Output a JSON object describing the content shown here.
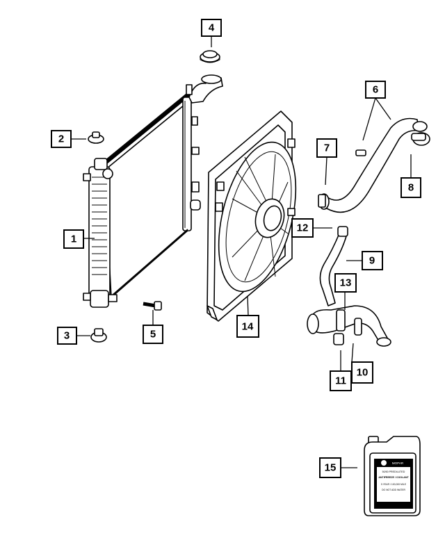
{
  "callouts": [
    {
      "id": "1",
      "label": "1"
    },
    {
      "id": "2",
      "label": "2"
    },
    {
      "id": "3",
      "label": "3"
    },
    {
      "id": "4",
      "label": "4"
    },
    {
      "id": "5",
      "label": "5"
    },
    {
      "id": "6",
      "label": "6"
    },
    {
      "id": "7",
      "label": "7"
    },
    {
      "id": "8",
      "label": "8"
    },
    {
      "id": "9",
      "label": "9"
    },
    {
      "id": "10",
      "label": "10"
    },
    {
      "id": "11",
      "label": "11"
    },
    {
      "id": "12",
      "label": "12"
    },
    {
      "id": "13",
      "label": "13"
    },
    {
      "id": "14",
      "label": "14"
    },
    {
      "id": "15",
      "label": "15"
    }
  ],
  "coolant_label": {
    "brand": "MOPAR",
    "line1": "50/50 PREDILUTED",
    "line2": "ANTIFREEZE / COOLANT",
    "line3": "5 YEAR / 100,000 MILE",
    "line4": "DO NOT ADD WATER"
  },
  "icons": {
    "mopar_logo": "mopar-m-logo-icon"
  }
}
